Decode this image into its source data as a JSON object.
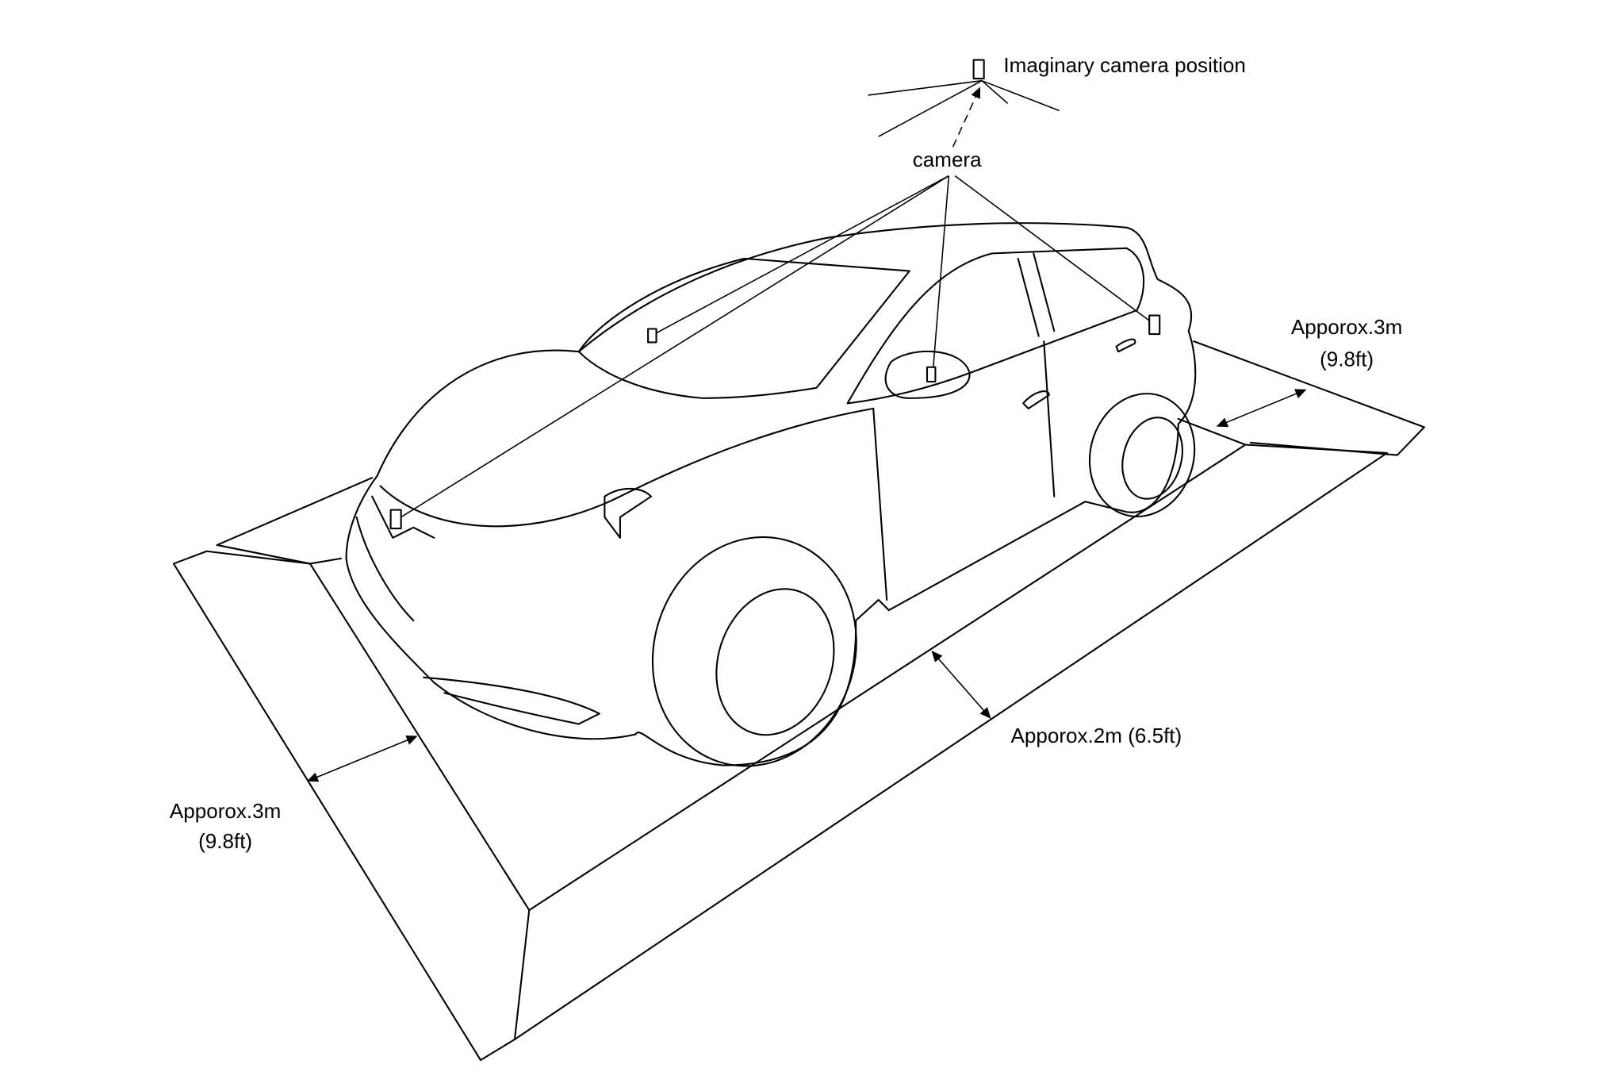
{
  "diagram": {
    "labels": {
      "imaginary_camera": "Imaginary camera position",
      "camera": "camera",
      "front_distance_line1": "Apporox.3m",
      "front_distance_line2": "(9.8ft)",
      "side_distance": "Apporox.2m (6.5ft)",
      "rear_distance_line1": "Apporox.3m",
      "rear_distance_line2": "(9.8ft)"
    },
    "colors": {
      "line": "#000000",
      "background": "#ffffff"
    }
  }
}
